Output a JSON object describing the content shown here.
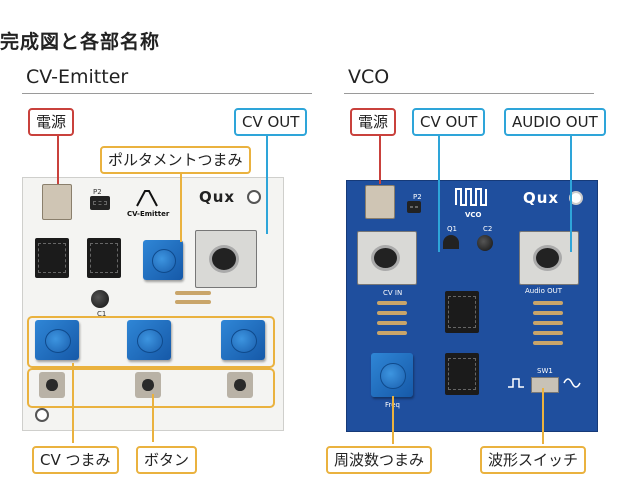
{
  "heading": "完成図と各部名称",
  "left_section": {
    "title": "CV-Emitter",
    "labels": {
      "power": "電源",
      "cv_out": "CV OUT",
      "portamento": "ポルタメントつまみ",
      "cv_knob": "CV つまみ",
      "button": "ボタン"
    },
    "board_text": {
      "logo": "CV-Emitter",
      "brand": "Qux",
      "p2": "P2",
      "c1": "C1"
    }
  },
  "right_section": {
    "title": "VCO",
    "labels": {
      "power": "電源",
      "cv_out": "CV OUT",
      "audio_out": "AUDIO OUT",
      "freq_knob": "周波数つまみ",
      "waveform_switch": "波形スイッチ"
    },
    "board_text": {
      "logo": "VCO",
      "brand": "Qux",
      "p2": "P2",
      "q1": "Q1",
      "c2": "C2",
      "cv_in": "CV IN",
      "audio_out": "Audio OUT",
      "freq": "Freq",
      "sw1": "SW1"
    }
  },
  "colors": {
    "power": "#c9413c",
    "output": "#2ea5d9",
    "control": "#eab23f",
    "pcb_white": "#f4f4f2",
    "pcb_blue": "#1f4f9e"
  }
}
